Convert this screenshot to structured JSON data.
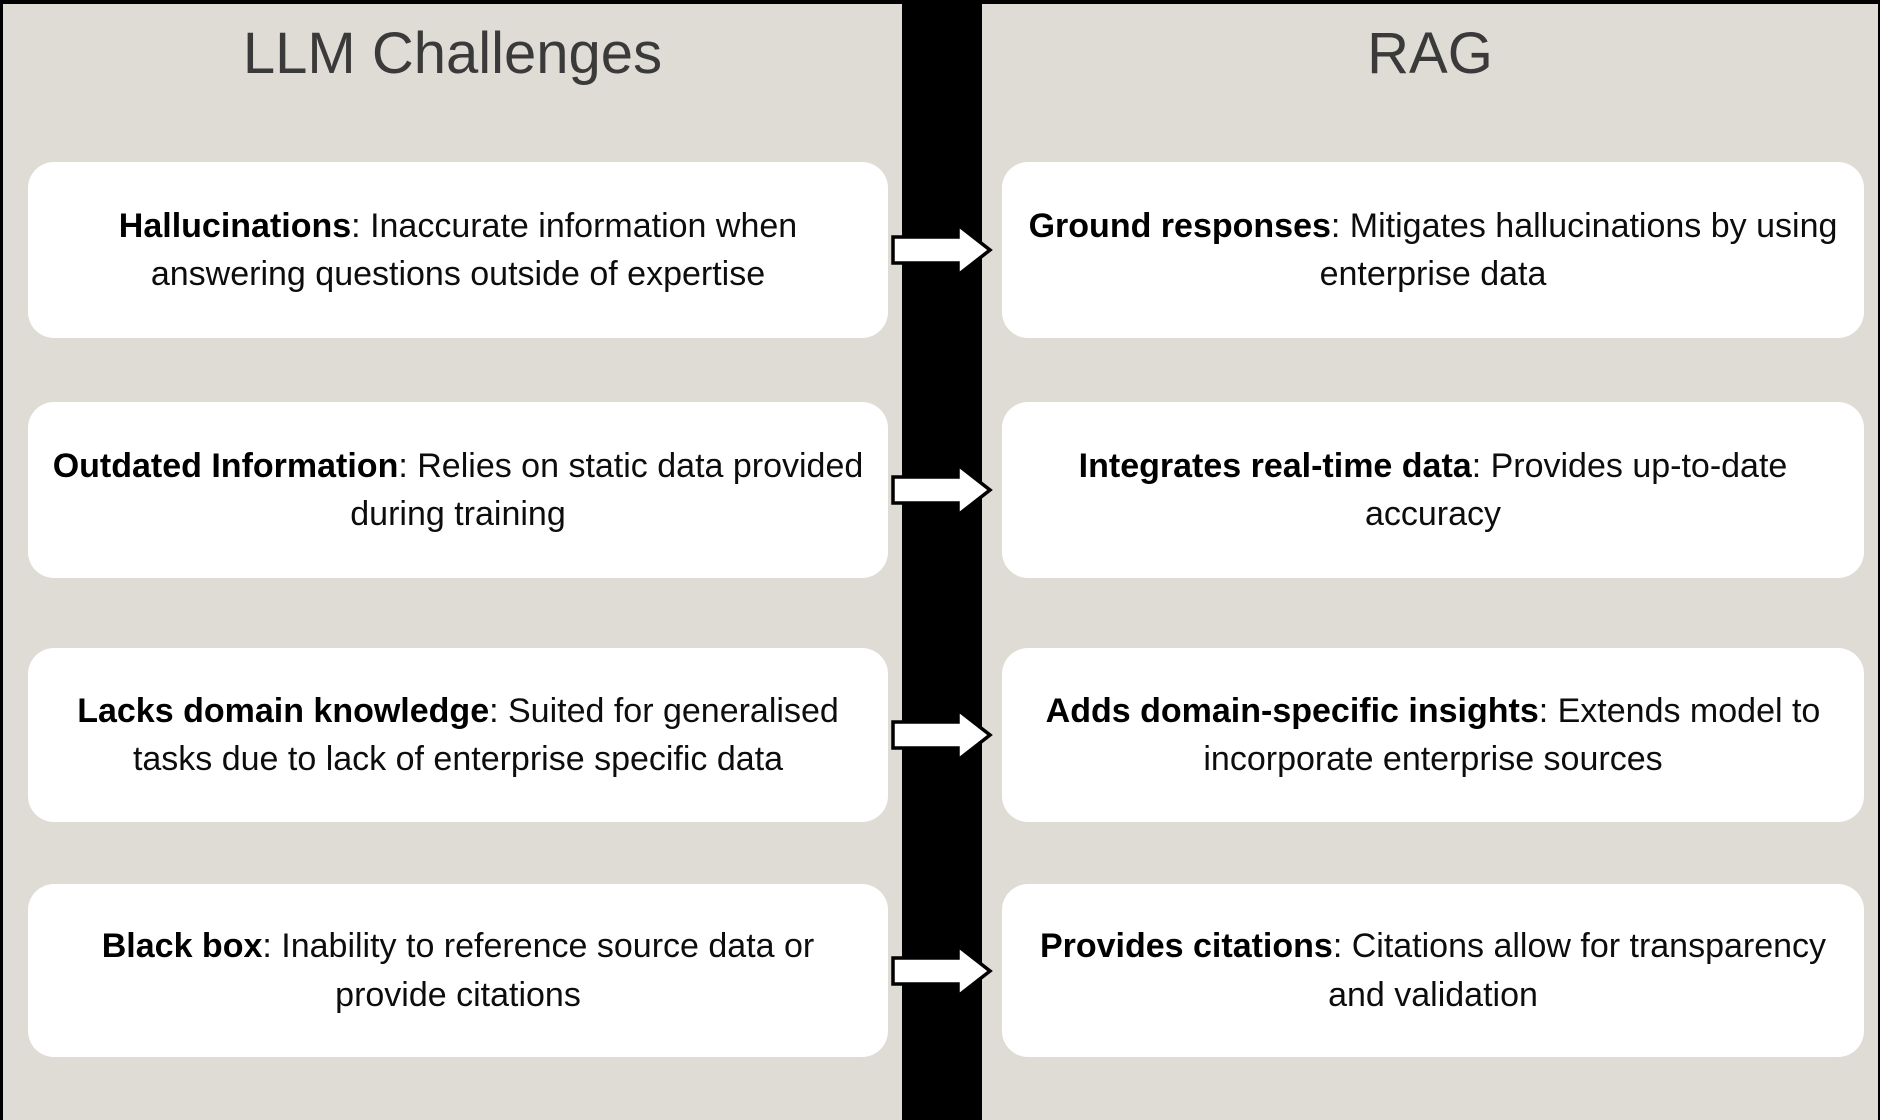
{
  "left_panel": {
    "title": "LLM Challenges"
  },
  "right_panel": {
    "title": "RAG"
  },
  "rows": [
    {
      "challenge": {
        "lead": "Hallucinations",
        "rest": ": Inaccurate information when answering questions outside of expertise"
      },
      "solution": {
        "lead": "Ground responses",
        "rest": ": Mitigates hallucinations by using enterprise data"
      }
    },
    {
      "challenge": {
        "lead": "Outdated Information",
        "rest": ": Relies on static data provided during training"
      },
      "solution": {
        "lead": "Integrates real-time data",
        "rest": ": Provides up-to-date accuracy"
      }
    },
    {
      "challenge": {
        "lead": "Lacks domain knowledge",
        "rest": ": Suited for generalised tasks due to lack of enterprise specific data"
      },
      "solution": {
        "lead": "Adds domain-specific insights",
        "rest": ": Extends model to incorporate enterprise sources"
      }
    },
    {
      "challenge": {
        "lead": "Black box",
        "rest": ": Inability to reference source data or provide citations"
      },
      "solution": {
        "lead": "Provides citations",
        "rest": ": Citations allow for transparency and validation"
      }
    }
  ],
  "arrow": {
    "name": "right-arrow",
    "fill": "#ffffff",
    "stroke": "#000000"
  },
  "colors": {
    "background_divider": "#000000",
    "panel_bg": "#dfdbd5",
    "card_bg": "#ffffff",
    "title_text": "#3a3a3a",
    "body_text": "#0d0d0d"
  }
}
